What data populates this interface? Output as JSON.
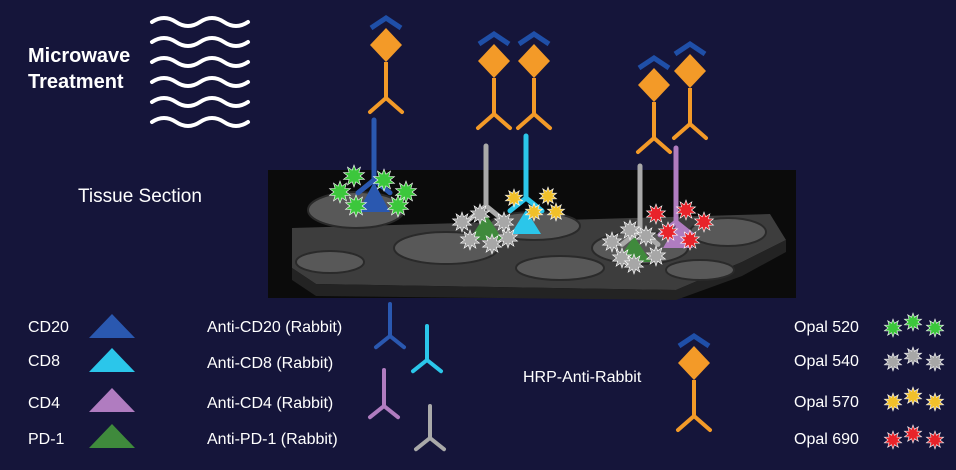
{
  "title": {
    "line1": "Microwave",
    "line2": "Treatment"
  },
  "tissue_label": "Tissue Section",
  "targets": [
    {
      "label": "CD20",
      "color": "#2a58b0"
    },
    {
      "label": "CD8",
      "color": "#2bc6ea"
    },
    {
      "label": "CD4",
      "color": "#b07cc0"
    },
    {
      "label": "PD-1",
      "color": "#3f8a3c"
    }
  ],
  "antibodies": [
    {
      "label": "Anti-CD20 (Rabbit)",
      "color": "#2a58b0"
    },
    {
      "label": "Anti-CD8 (Rabbit)",
      "color": "#2bc6ea"
    },
    {
      "label": "Anti-CD4 (Rabbit)",
      "color": "#b07cc0"
    },
    {
      "label": "Anti-PD-1 (Rabbit)",
      "color": "#a9a9a9"
    }
  ],
  "secondary": {
    "label": "HRP-Anti-Rabbit",
    "color": "#f39a28",
    "hrp_color": "#1f4fa8"
  },
  "opals": [
    {
      "label": "Opal 520",
      "color": "#3cc73c"
    },
    {
      "label": "Opal 540",
      "color": "#a7a7a7"
    },
    {
      "label": "Opal 570",
      "color": "#f1c02a"
    },
    {
      "label": "Opal 690",
      "color": "#e8232a"
    }
  ]
}
